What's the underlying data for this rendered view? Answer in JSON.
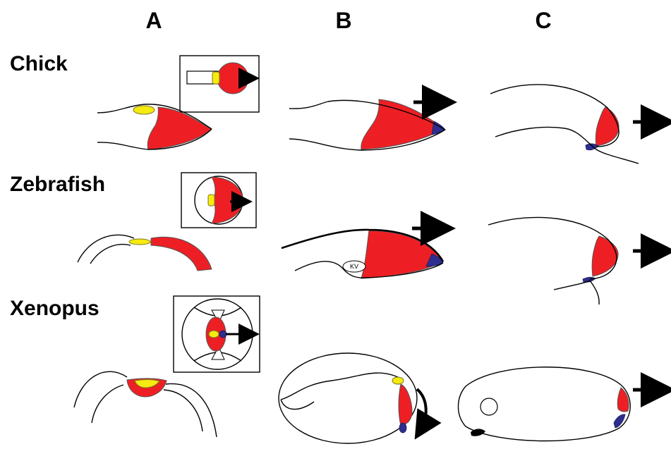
{
  "columns": [
    "A",
    "B",
    "C"
  ],
  "rows": [
    "Chick",
    "Zebrafish",
    "Xenopus"
  ],
  "annotations": {
    "kv": "KV"
  },
  "colors": {
    "region_red": "#ee1f24",
    "region_blue": "#2e2e8e",
    "region_yellow": "#f7ea10",
    "outline": "#000000"
  },
  "icons": [
    "direction-arrow-icon",
    "curved-arrow-icon"
  ]
}
